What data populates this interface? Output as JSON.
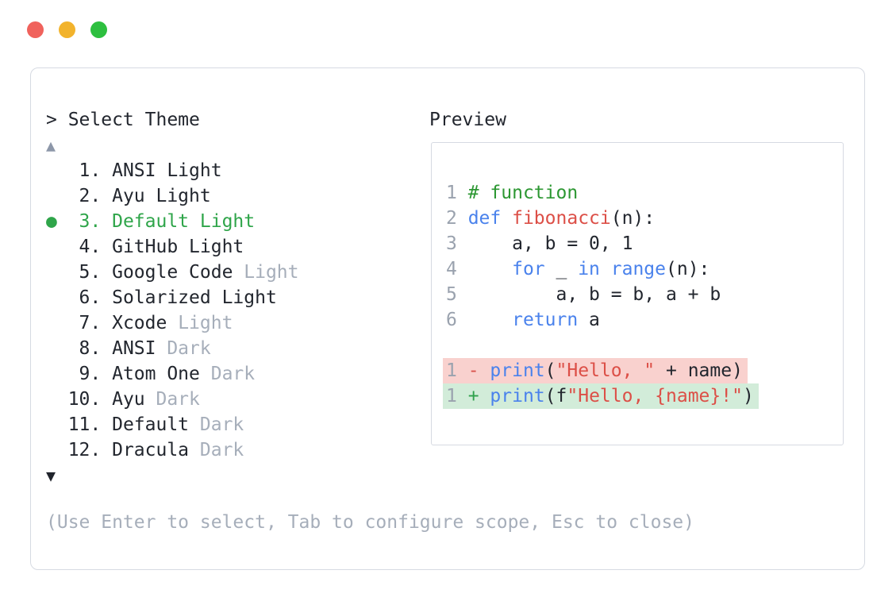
{
  "window": {
    "controls": [
      "close",
      "minimize",
      "maximize"
    ]
  },
  "colors": {
    "accent_green": "#2fa54a",
    "keyword_blue": "#4a82ec",
    "function_red": "#dc4f47",
    "comment_green": "#2c9732",
    "muted_gray": "#a6aeba",
    "line_number_gray": "#9aa2ae",
    "diff_delete_bg": "#f9d1ce",
    "diff_insert_bg": "#d2ecd9",
    "panel_border": "#d6dae2",
    "traffic_red": "#f0625c",
    "traffic_yellow": "#f2b32c",
    "traffic_green": "#2dbf3f"
  },
  "theme_selector": {
    "title": "> Select Theme",
    "scroll_up_indicator": "▲",
    "scroll_down_indicator": "▼",
    "selected_bullet": "●",
    "items": [
      {
        "num": "1",
        "name": "ANSI Light",
        "suffix": "",
        "selected": false
      },
      {
        "num": "2",
        "name": "Ayu Light",
        "suffix": "",
        "selected": false
      },
      {
        "num": "3",
        "name": "Default Light",
        "suffix": "",
        "selected": true
      },
      {
        "num": "4",
        "name": "GitHub Light",
        "suffix": "",
        "selected": false
      },
      {
        "num": "5",
        "name": "Google Code",
        "suffix": "Light",
        "selected": false
      },
      {
        "num": "6",
        "name": "Solarized Light",
        "suffix": "",
        "selected": false
      },
      {
        "num": "7",
        "name": "Xcode",
        "suffix": "Light",
        "selected": false
      },
      {
        "num": "8",
        "name": "ANSI",
        "suffix": "Dark",
        "selected": false
      },
      {
        "num": "9",
        "name": "Atom One",
        "suffix": "Dark",
        "selected": false
      },
      {
        "num": "10",
        "name": "Ayu",
        "suffix": "Dark",
        "selected": false
      },
      {
        "num": "11",
        "name": "Default",
        "suffix": "Dark",
        "selected": false
      },
      {
        "num": "12",
        "name": "Dracula",
        "suffix": "Dark",
        "selected": false
      }
    ],
    "help_text": "(Use Enter to select, Tab to configure scope, Esc to close)"
  },
  "preview": {
    "label": "Preview",
    "code_lines": [
      {
        "ln": "1",
        "bg": "",
        "tokens": [
          [
            "# function",
            "com"
          ]
        ]
      },
      {
        "ln": "2",
        "bg": "",
        "tokens": [
          [
            "def",
            "kw"
          ],
          [
            " ",
            "pl"
          ],
          [
            "fibonacci",
            "fn"
          ],
          [
            "(n):",
            "pl"
          ]
        ]
      },
      {
        "ln": "3",
        "bg": "",
        "tokens": [
          [
            "    a, b = 0, 1",
            "pl"
          ]
        ]
      },
      {
        "ln": "4",
        "bg": "",
        "tokens": [
          [
            "    ",
            "pl"
          ],
          [
            "for",
            "kw"
          ],
          [
            " _ ",
            "pl"
          ],
          [
            "in",
            "kw"
          ],
          [
            " ",
            "pl"
          ],
          [
            "range",
            "kw"
          ],
          [
            "(n):",
            "pl"
          ]
        ]
      },
      {
        "ln": "5",
        "bg": "",
        "tokens": [
          [
            "        a, b = b, a + b",
            "pl"
          ]
        ]
      },
      {
        "ln": "6",
        "bg": "",
        "tokens": [
          [
            "    ",
            "pl"
          ],
          [
            "return",
            "kw"
          ],
          [
            " a",
            "pl"
          ]
        ]
      },
      {
        "ln": "",
        "bg": "",
        "tokens": []
      },
      {
        "ln": "1",
        "bg": "del",
        "tokens": [
          [
            "-",
            "del"
          ],
          [
            " ",
            "pl"
          ],
          [
            "print",
            "kw"
          ],
          [
            "(",
            "pl"
          ],
          [
            "\"Hello, \"",
            "str"
          ],
          [
            " + name)",
            "pl"
          ]
        ]
      },
      {
        "ln": "1",
        "bg": "ins",
        "tokens": [
          [
            "+",
            "ins"
          ],
          [
            " ",
            "pl"
          ],
          [
            "print",
            "kw"
          ],
          [
            "(f",
            "pl"
          ],
          [
            "\"Hello, {name}!\"",
            "str"
          ],
          [
            ")",
            "pl"
          ]
        ]
      }
    ]
  }
}
